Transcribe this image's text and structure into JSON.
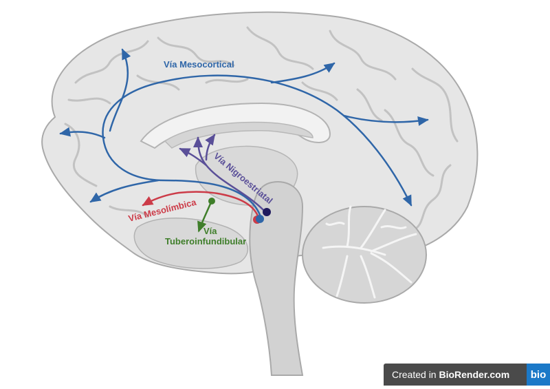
{
  "labels": {
    "mesocortical": "Vía Mesocortical",
    "nigroestriatal": "Vía Nigroestriatal",
    "mesolimbica": "Vía Mesolímbica",
    "tubero_line1": "Vía",
    "tubero_line2": "Tuberoinfundibular"
  },
  "credit": {
    "prefix": "Created in ",
    "brand": "BioRender.com",
    "logo": "bio"
  },
  "colors": {
    "mesocortical": "#2f66a8",
    "nigroestriatal": "#5a4f98",
    "mesolimbica": "#cc3b48",
    "tuberoinfundibular": "#3f7e2a",
    "brain_fill": "#e6e6e6",
    "brain_stroke": "#a9a9a9",
    "badge_bg": "#4a4a4a",
    "logo_bg": "#1b79c8"
  }
}
